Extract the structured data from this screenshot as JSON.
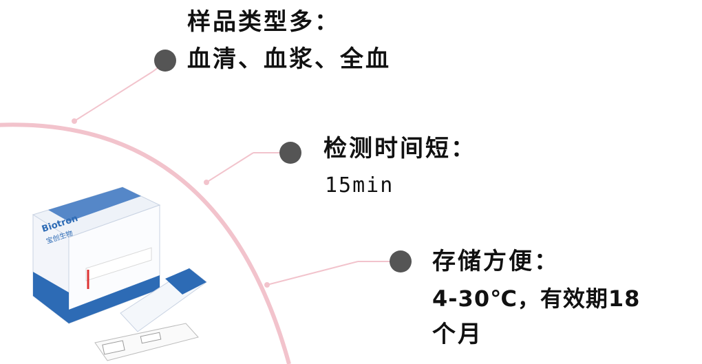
{
  "colors": {
    "arc": "#f2c3cc",
    "dot": "#555555",
    "text": "#111111",
    "box_blue": "#2d6bb5"
  },
  "features": [
    {
      "title": "样品类型多：",
      "detail": "血清、血浆、全血"
    },
    {
      "title": "检测时间短：",
      "detail": "15min"
    },
    {
      "title": "存储方便：",
      "detail": "4-30℃，有效期18",
      "detail_line2": "个月"
    }
  ],
  "product": {
    "brand": "Biotron",
    "brand_cn": "宝创生物",
    "icon": "product-kit-image"
  }
}
